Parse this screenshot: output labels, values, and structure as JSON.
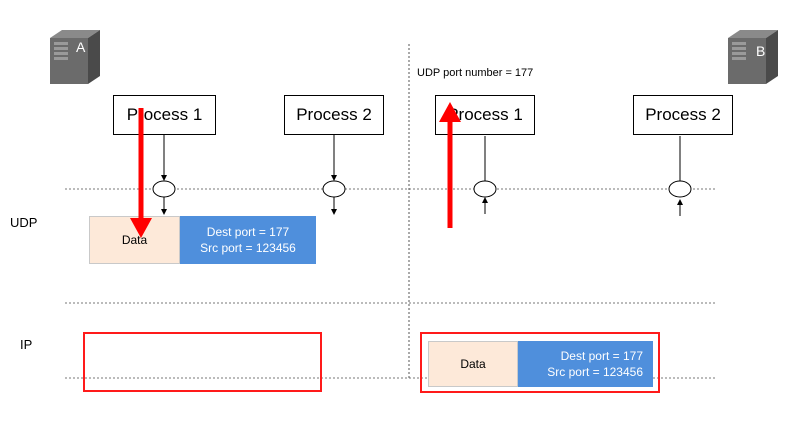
{
  "hosts": {
    "a": {
      "label": "A"
    },
    "b": {
      "label": "B"
    }
  },
  "port_note": "UDP port number = 177",
  "processes": {
    "a1": "Process 1",
    "a2": "Process 2",
    "b1": "Process 1",
    "b2": "Process 2"
  },
  "layers": {
    "udp": "UDP",
    "ip": "IP"
  },
  "udp_packet": {
    "data": "Data",
    "dest_port": "Dest port = 177",
    "src_port": "Src port = 123456"
  },
  "ip_packet": {
    "data": "Data",
    "dest_port": "Dest port = 177",
    "src_port": "Src port = 123456"
  },
  "colors": {
    "red_arrow": "#ff0000",
    "port_header": "#4f8fdc",
    "data_body": "#fde9d9"
  }
}
